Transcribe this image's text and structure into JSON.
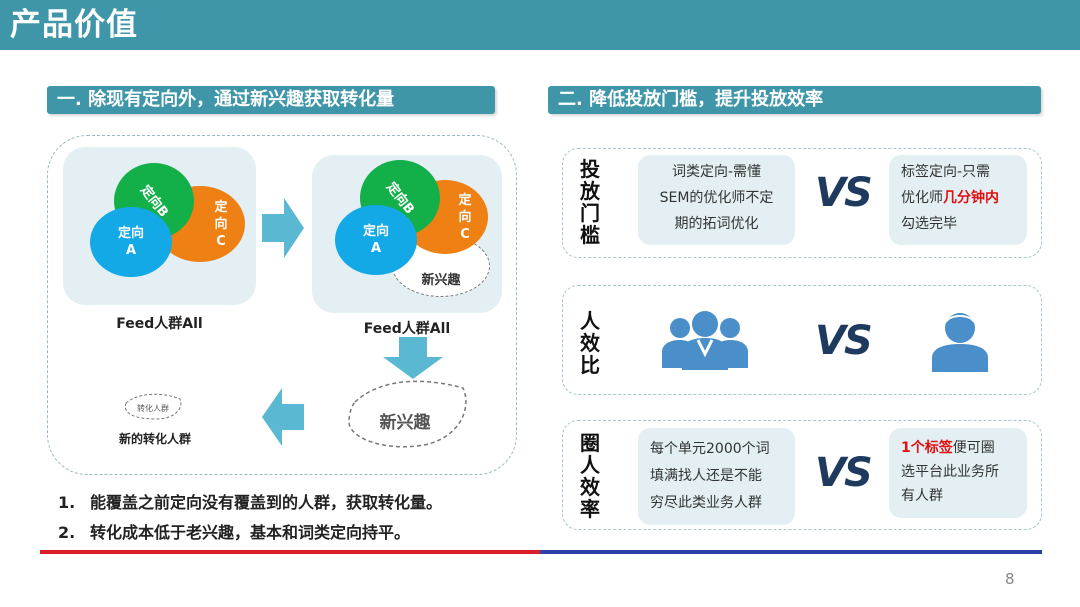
{
  "slide": {
    "title": "产品价值",
    "page_number": "8"
  },
  "left": {
    "header": "一. 除现有定向外，通过新兴趣获取转化量",
    "venn1": {
      "b": "定向B",
      "c": "定\n向\nC",
      "a": "定向\nA",
      "caption": "Feed人群All"
    },
    "venn2": {
      "b": "定向B",
      "c": "定\n向\nC",
      "a": "定向\nA",
      "new": "新兴趣",
      "caption": "Feed人群All"
    },
    "new_interest_blob": "新兴趣",
    "convert_blob": "转化人群",
    "convert_caption": "新的转化人群",
    "bullets": [
      {
        "num": "1.",
        "text": "能覆盖之前定向没有覆盖到的人群，获取转化量。"
      },
      {
        "num": "2.",
        "text": "转化成本低于老兴趣，基本和词类定向持平。"
      }
    ]
  },
  "right": {
    "header": "二. 降低投放门槛，提升投放效率",
    "rows": [
      {
        "label": "投\n放\n门\n槛",
        "left_text": "词类定向-需懂\nSEM的优化师不定\n期的拓词优化",
        "vs": "VS",
        "right_pre": "标签定向-只需\n优化师",
        "right_red": "几分钟内",
        "right_post": "\n勾选完毕"
      },
      {
        "label": "人\n效\n比",
        "left_icon": "group-people-icon",
        "vs": "VS",
        "right_icon": "single-person-icon"
      },
      {
        "label": "圈\n人\n效\n率",
        "left_text": "每个单元2000个词\n填满找人还是不能\n穷尽此类业务人群",
        "vs": "VS",
        "right_red": "1个标签",
        "right_post": "便可圈\n选平台此业务所\n有人群"
      }
    ]
  },
  "colors": {
    "title_bar": "#3f96a8",
    "green": "#13b04a",
    "orange": "#ef8013",
    "blue": "#13a8e6",
    "arrow": "#5bb8d3",
    "people_icon": "#4a8fc9",
    "highlight": "#e01010",
    "line_red": "#d9202a",
    "line_blue": "#2d3fa8"
  }
}
